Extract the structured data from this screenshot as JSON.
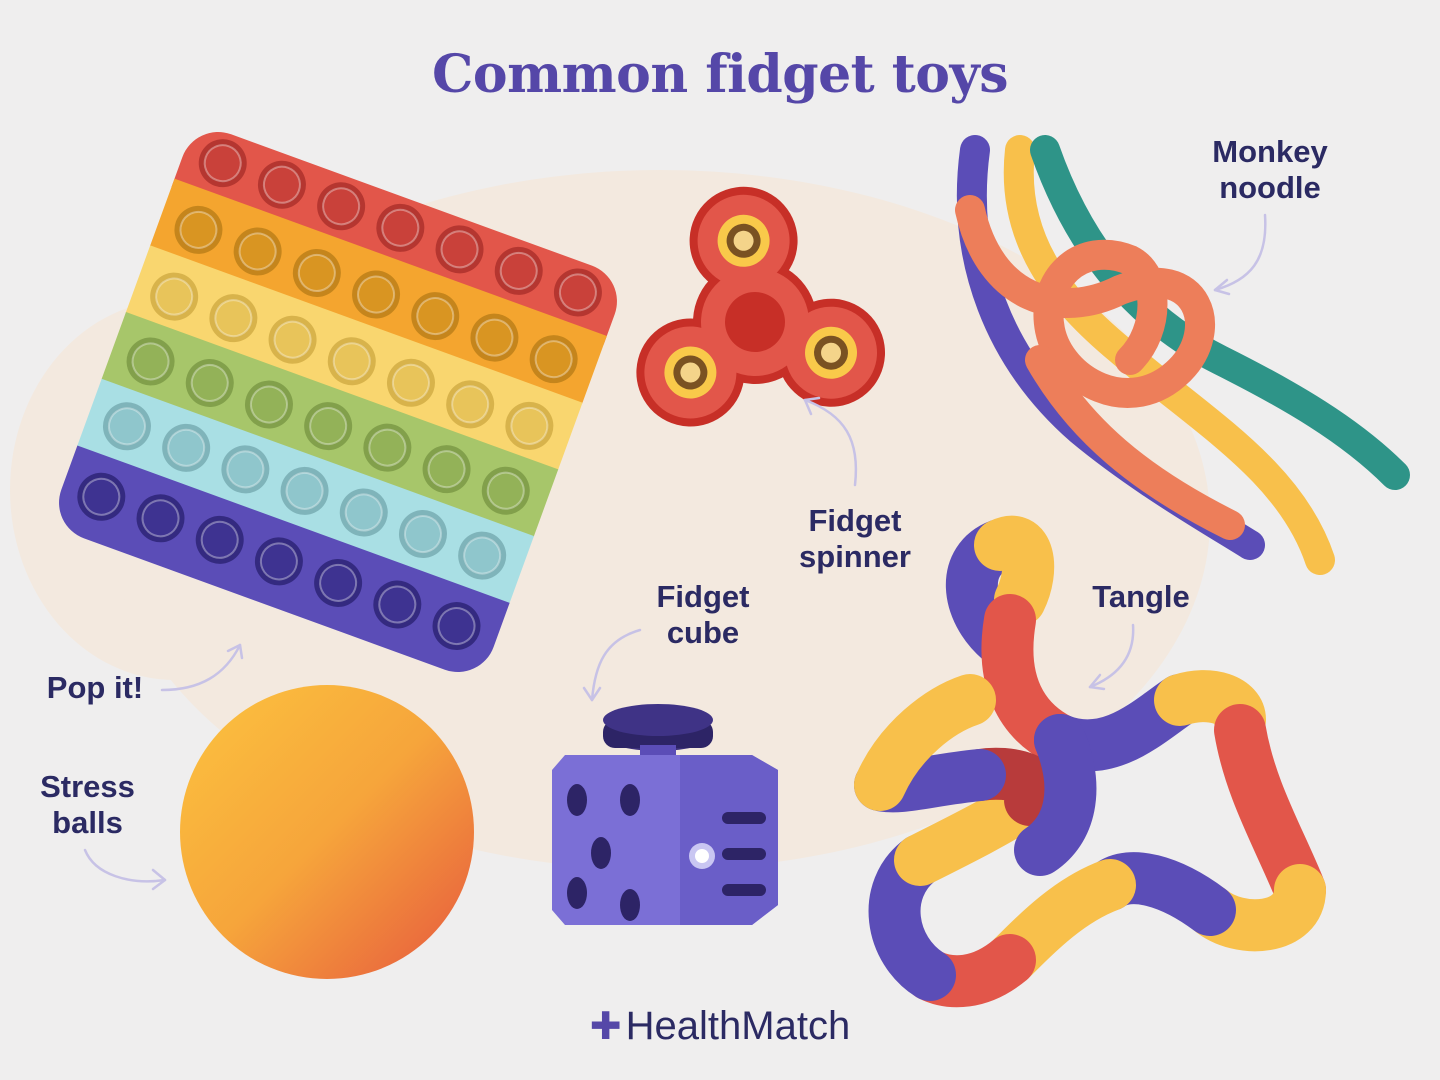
{
  "title": "Common fidget toys",
  "labels": {
    "monkey_noodle": [
      "Monkey",
      "noodle"
    ],
    "fidget_spinner": [
      "Fidget",
      "spinner"
    ],
    "fidget_cube": [
      "Fidget",
      "cube"
    ],
    "tangle": "Tangle",
    "pop_it": "Pop it!",
    "stress_balls": [
      "Stress",
      "balls"
    ]
  },
  "brand": "HealthMatch",
  "colors": {
    "background": "#efeeee",
    "title": "#5547a8",
    "label": "#2b2a63",
    "red": "#e2564a",
    "orange": "#f4a52f",
    "yellow": "#f9d66f",
    "green": "#a7c66a",
    "blue": "#a9dfe4",
    "purple": "#5b4db7",
    "teal": "#2e9488"
  },
  "icons": [
    "brand-cross-icon"
  ]
}
